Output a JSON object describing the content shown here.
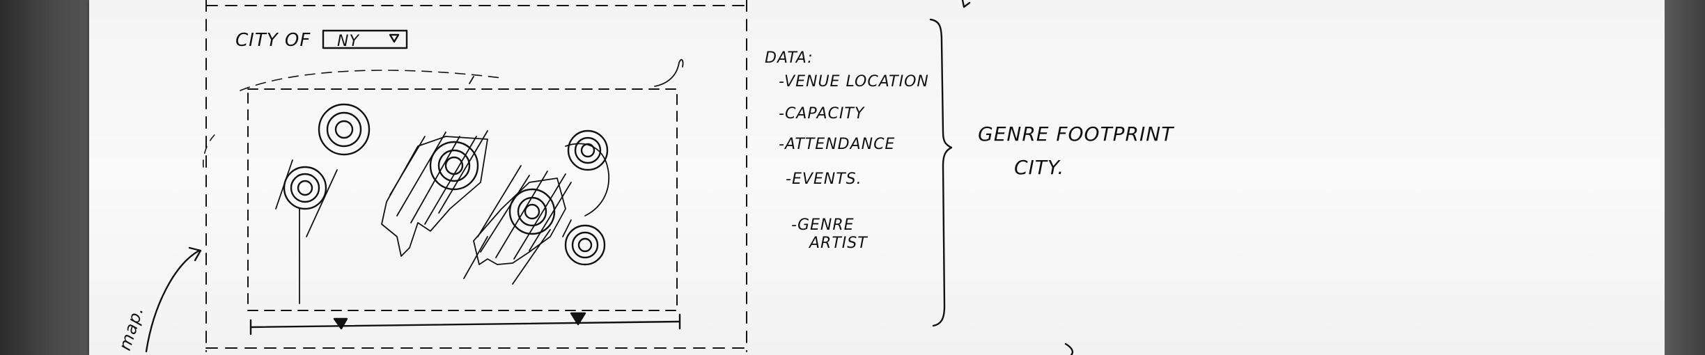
{
  "sketch": {
    "header": {
      "city_label": "CITY OF",
      "city_dropdown_value": "NY"
    },
    "data_notes": {
      "title": "DATA:",
      "items": [
        "-VENUE LOCATION",
        "-CAPACITY",
        "-ATTENDANCE",
        "-EVENTS.",
        "-GENRE",
        "ARTIST"
      ]
    },
    "summary": {
      "line1": "GENRE FOOTPRINT",
      "line2": "CITY."
    },
    "margin_note": "map.",
    "ink_color": "#111111",
    "paper_color": "#f6f6f6"
  }
}
